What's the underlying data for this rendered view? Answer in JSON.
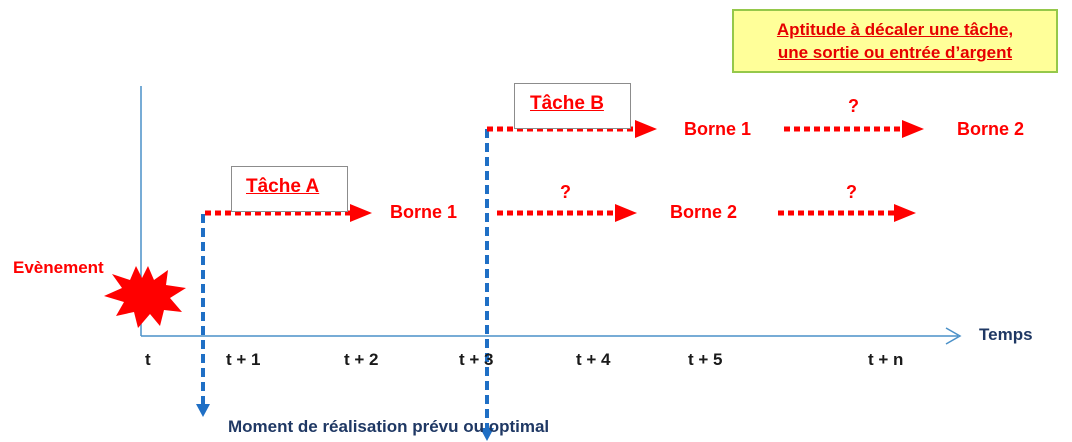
{
  "callout": {
    "line1": "Aptitude à décaler une tâche,",
    "line2": "une sortie ou entrée d’argent"
  },
  "event_label": "Evènement",
  "axis_label": "Temps",
  "ticks": [
    "t",
    "t + 1",
    "t + 2",
    "t + 3",
    "t + 4",
    "t + 5",
    "t + n"
  ],
  "task_a": {
    "title": "Tâche A",
    "borne1": "Borne 1",
    "unknown1": "?",
    "borne2": "Borne 2",
    "unknown2": "?"
  },
  "task_b": {
    "title": "Tâche B",
    "borne1": "Borne 1",
    "unknown": "?",
    "borne2": "Borne 2"
  },
  "moment_label": "Moment de réalisation prévu ou optimal",
  "colors": {
    "red": "#ff0000",
    "blue": "#1f6fc5",
    "axis": "#4a90c8",
    "callout_bg": "#ffff99",
    "callout_border": "#95c84a"
  }
}
